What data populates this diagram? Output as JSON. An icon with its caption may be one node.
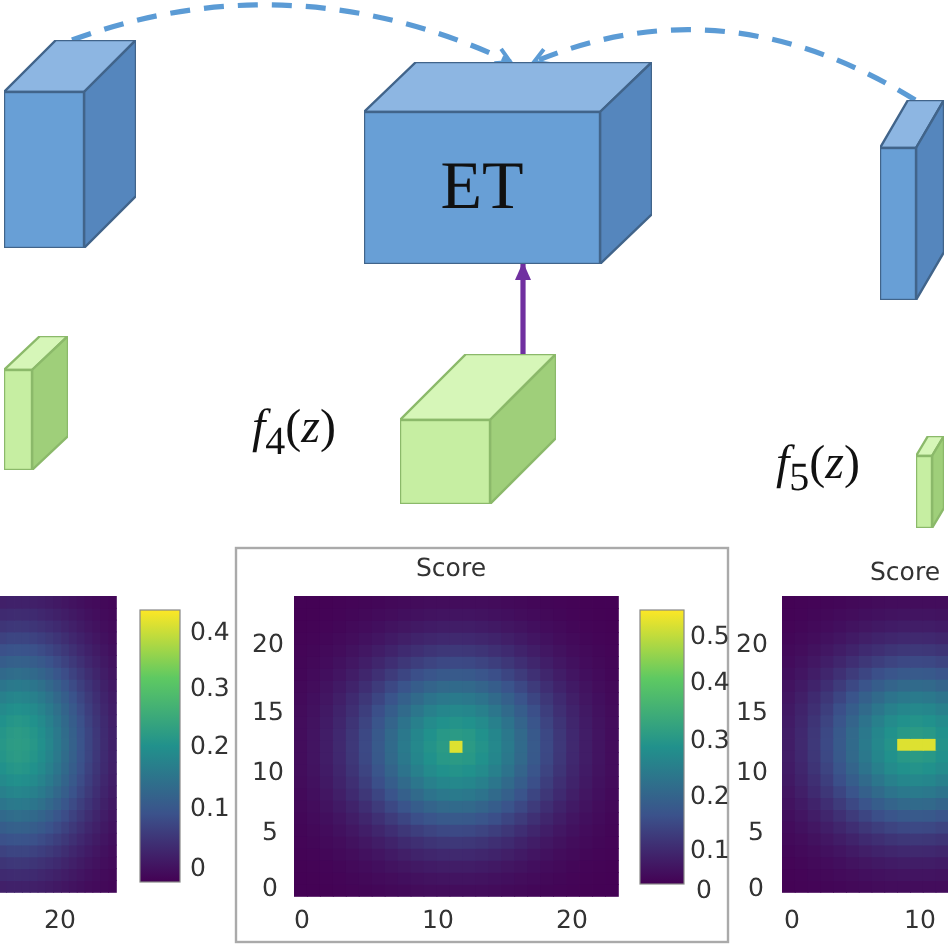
{
  "diagram": {
    "nodes": [
      {
        "text": [],
        "shape": "box"
      },
      {
        "text": [
          "ET"
        ]
      },
      {
        "text": [],
        "shape": "box"
      },
      {
        "text": [],
        "shape": "box"
      },
      {
        "text": [],
        "shape": "box",
        "beside": [
          "*f*$_{4}$(*z*)"
        ]
      },
      {
        "text": [],
        "shape": "box",
        "beside": [
          "*f*$_{5}$(*z*)"
        ]
      }
    ],
    "edges": [
      {
        "from": 0,
        "to": 1,
        "arrow": "to",
        "style": "dashed"
      },
      {
        "from": 2,
        "to": 1,
        "arrow": "to",
        "style": "dashed"
      },
      {
        "from": 4,
        "to": 1,
        "arrow": "to",
        "color": "#7030a0"
      }
    ],
    "labels": [
      "0.4",
      "0.3",
      "0.2",
      "0.1",
      "0",
      "20",
      "Score",
      "20",
      "15",
      "10",
      "5",
      "0",
      "0.5",
      "0.4",
      "0.3",
      "0.2",
      "0.1",
      "0",
      "0",
      "10",
      "20",
      "Score",
      "20",
      "15",
      "10",
      "5",
      "0",
      "0",
      "10"
    ]
  }
}
